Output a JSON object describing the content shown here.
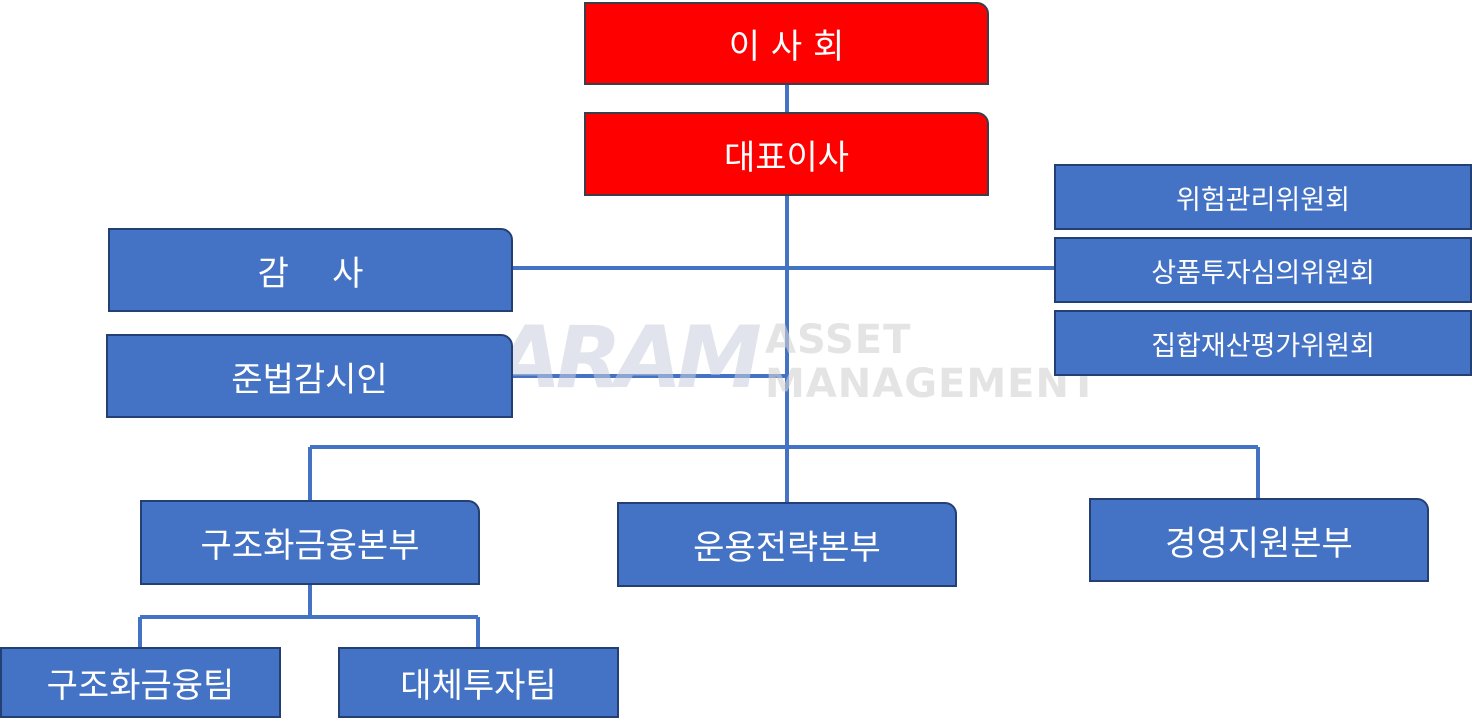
{
  "colors": {
    "red": "#FF0000",
    "blue": "#4472C4",
    "line": "#4472C4",
    "border": "#243F73"
  },
  "watermark": {
    "logo": "ARAM",
    "line1": "ASSET",
    "line2": "MANAGEMENT"
  },
  "nodes": {
    "board": "이 사 회",
    "ceo": "대표이사",
    "auditor": "감    사",
    "compliance": "준법감시인",
    "risk_committee": "위험관리위원회",
    "product_committee": "상품투자심의위원회",
    "valuation_committee": "집합재산평가위원회",
    "structured_finance_div": "구조화금융본부",
    "investment_strategy_div": "운용전략본부",
    "management_support_div": "경영지원본부",
    "structured_finance_team": "구조화금융팀",
    "alternative_investment_team": "대체투자팀"
  }
}
